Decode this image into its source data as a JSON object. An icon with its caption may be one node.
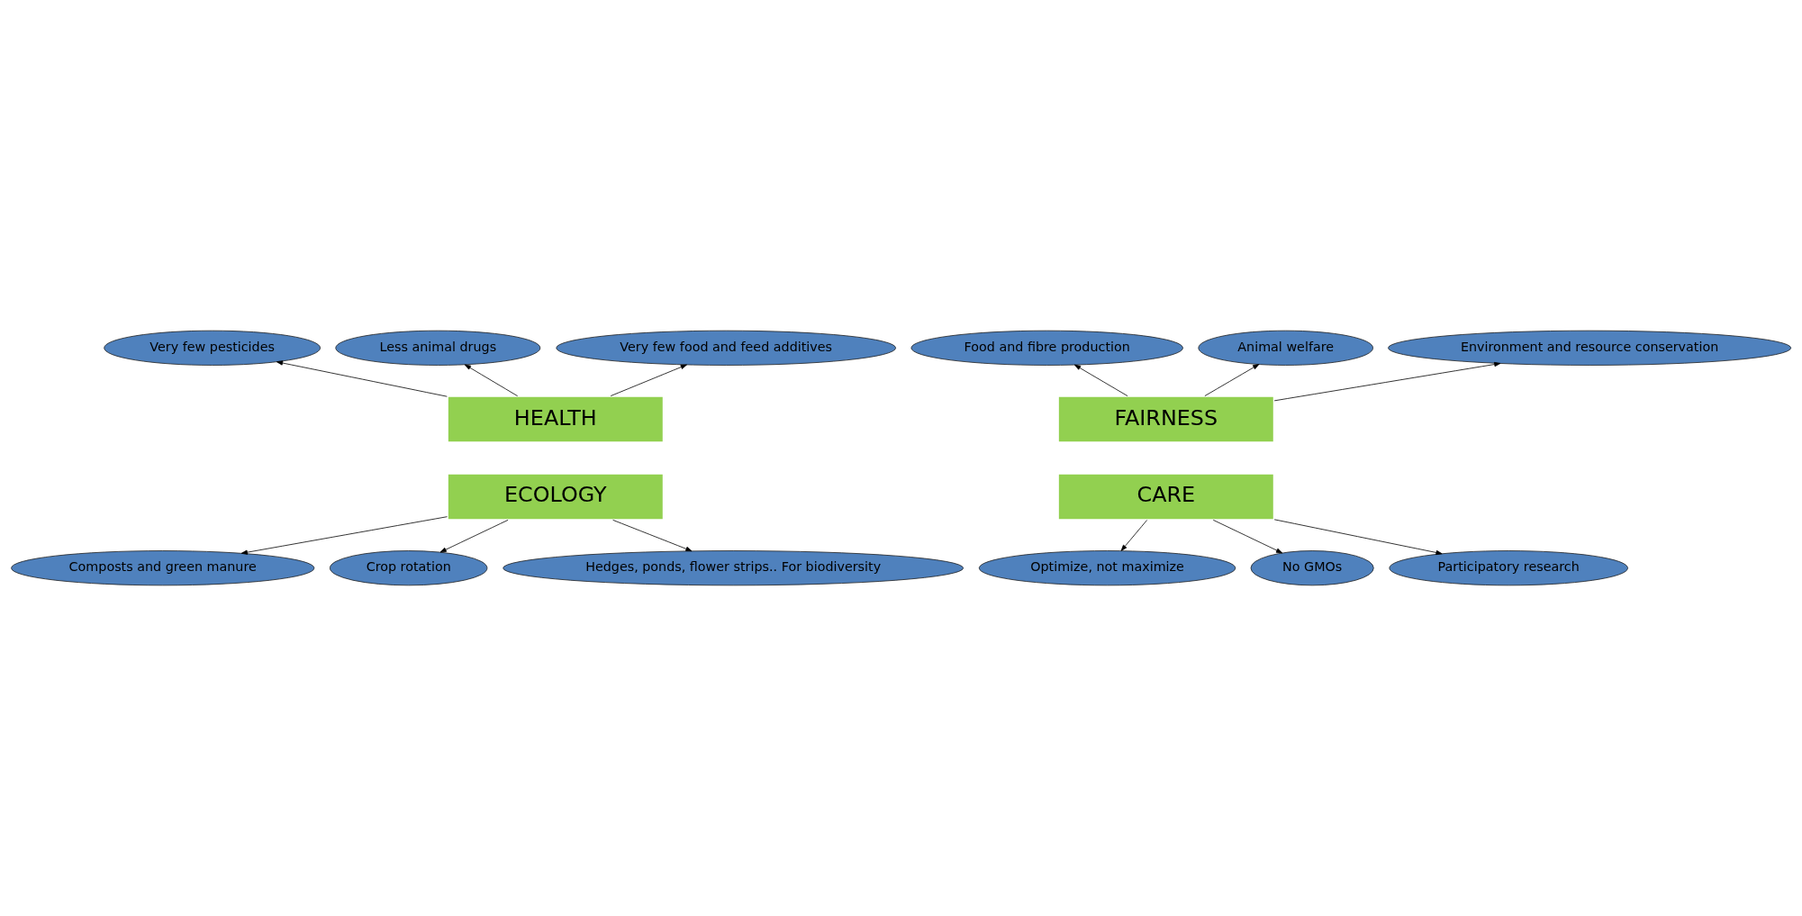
{
  "diagram": {
    "nodes": [
      {
        "text": [
          "HEALTH"
        ]
      },
      {
        "text": [
          "FAIRNESS"
        ]
      },
      {
        "text": [
          "ECOLOGY"
        ]
      },
      {
        "text": [
          "CARE"
        ]
      },
      {
        "text": [
          "Very few pesticides"
        ]
      },
      {
        "text": [
          "Less animal drugs"
        ]
      },
      {
        "text": [
          "Food and fibre production"
        ]
      },
      {
        "text": [
          "Animal welfare"
        ]
      },
      {
        "text": [
          "Very few food and feed additives"
        ]
      },
      {
        "text": [
          "Environment and resource conservation"
        ]
      },
      {
        "text": [
          "Optimize, not maximize"
        ]
      },
      {
        "text": [
          "No GMOs"
        ]
      },
      {
        "text": [
          "Composts and green manure"
        ]
      },
      {
        "text": [
          "Crop rotation"
        ]
      },
      {
        "text": [
          "Participatory research"
        ]
      },
      {
        "text": [
          "Hedges, ponds, flower strips.. For biodiversity"
        ]
      }
    ],
    "edges": [
      {
        "from": 0,
        "to": 4,
        "arrow": "to"
      },
      {
        "from": 0,
        "to": 5,
        "arrow": "to"
      },
      {
        "from": 0,
        "to": 8,
        "arrow": "to"
      },
      {
        "from": 1,
        "to": 6,
        "arrow": "to"
      },
      {
        "from": 1,
        "to": 7,
        "arrow": "to"
      },
      {
        "from": 1,
        "to": 9,
        "arrow": "to"
      },
      {
        "from": 2,
        "to": 13,
        "arrow": "to"
      },
      {
        "from": 2,
        "to": 15,
        "arrow": "to"
      },
      {
        "from": 2,
        "to": 12,
        "arrow": "to"
      },
      {
        "from": 3,
        "to": 14,
        "arrow": "to"
      },
      {
        "from": 3,
        "to": 11,
        "arrow": "to"
      },
      {
        "from": 3,
        "to": 10,
        "arrow": "to"
      }
    ]
  }
}
